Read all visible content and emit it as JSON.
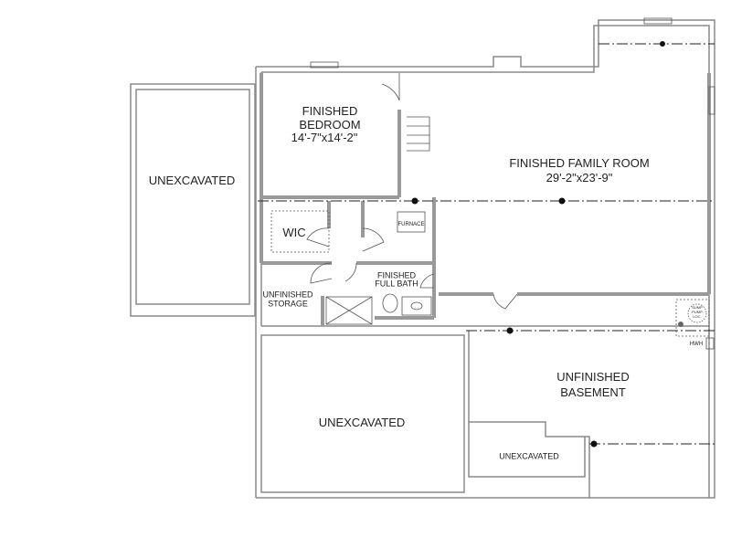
{
  "rooms": {
    "unexcavated_left": "UNEXCAVATED",
    "bedroom_title_1": "FINISHED",
    "bedroom_title_2": "BEDROOM",
    "bedroom_dims": "14'-7\"x14'-2\"",
    "family_title": "FINISHED FAMILY ROOM",
    "family_dims": "29'-2\"x23'-9\"",
    "wic": "WIC",
    "furnace": "FURNACE",
    "bath_1": "FINISHED",
    "bath_2": "FULL BATH",
    "storage_1": "UNFINISHED",
    "storage_2": "STORAGE",
    "unexcavated_bottom": "UNEXCAVATED",
    "basement_1": "UNFINISHED",
    "basement_2": "BASEMENT",
    "unexcavated_small": "UNEXCAVATED",
    "sump_1": "SUMP",
    "sump_2": "PUMP",
    "sump_3": "LOC.",
    "hwh": "HWH"
  },
  "colors": {
    "wall": "#8a8a8a",
    "line": "#333333"
  }
}
